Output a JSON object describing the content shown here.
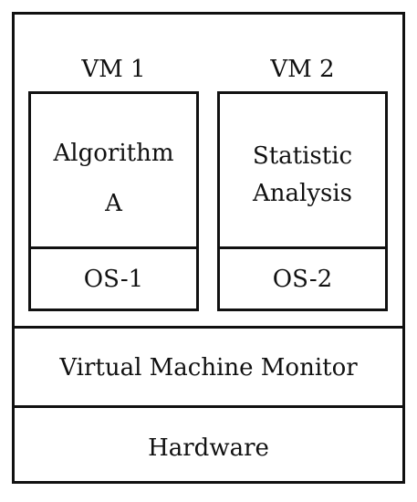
{
  "vm1": {
    "title": "VM 1",
    "app_line1": "Algorithm",
    "app_line2": "A",
    "os": "OS-1"
  },
  "vm2": {
    "title": "VM 2",
    "app_line1": "Statistic",
    "app_line2": "Analysis",
    "os": "OS-2"
  },
  "monitor": {
    "label": "Virtual Machine Monitor"
  },
  "hardware": {
    "label": "Hardware"
  }
}
